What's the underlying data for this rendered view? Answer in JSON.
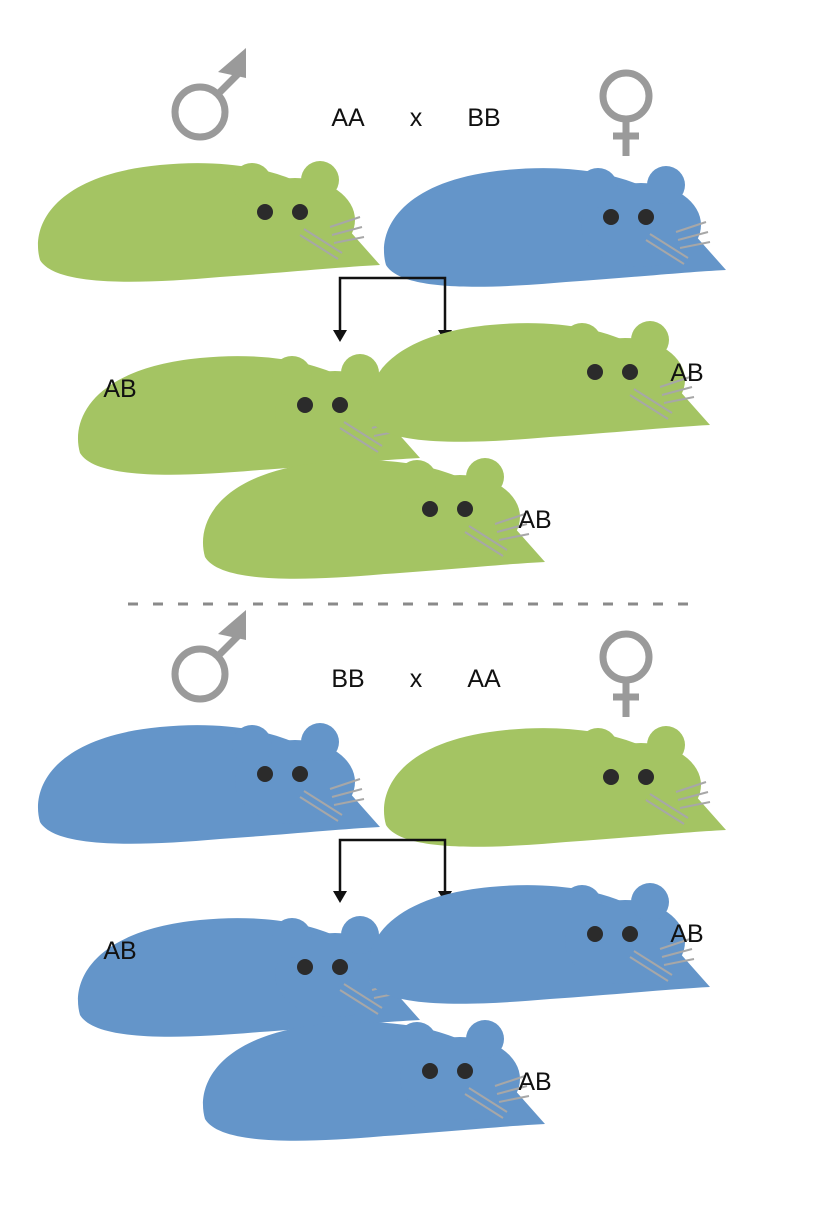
{
  "colors": {
    "genotype_a": "#a4c463",
    "genotype_b": "#6495c9",
    "symbol": "#9a9a9a",
    "eye": "#2b2b2b",
    "whisker": "#a7a7a7",
    "arrow": "#111111",
    "divider": "#8a8a8a"
  },
  "crosses": [
    {
      "male_genotype": "AA",
      "cross_sign": "x",
      "female_genotype": "BB",
      "male_color": "genotype_a",
      "female_color": "genotype_b",
      "offspring_color": "genotype_a",
      "offspring_labels": [
        "AB",
        "AB",
        "AB"
      ]
    },
    {
      "male_genotype": "BB",
      "cross_sign": "x",
      "female_genotype": "AA",
      "male_color": "genotype_b",
      "female_color": "genotype_a",
      "offspring_color": "genotype_b",
      "offspring_labels": [
        "AB",
        "AB",
        "AB"
      ]
    }
  ],
  "icons": {
    "male": "male-symbol-icon",
    "female": "female-symbol-icon"
  }
}
